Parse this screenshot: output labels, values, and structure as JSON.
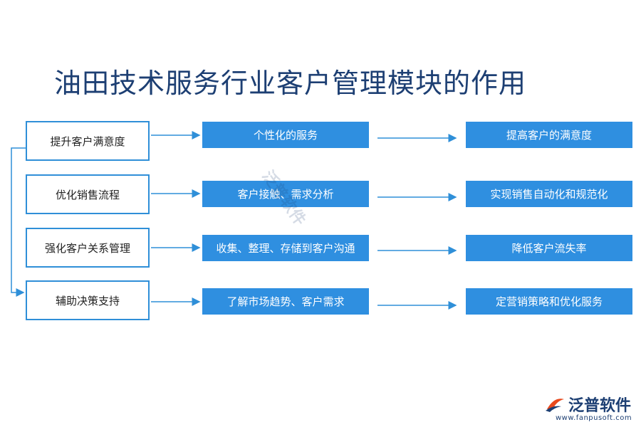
{
  "title": "油田技术服务行业客户管理模块的作用",
  "rows": [
    {
      "left": "提升客户满意度",
      "middle": "个性化的服务",
      "right": "提高客户的满意度"
    },
    {
      "left": "优化销售流程",
      "middle": "客户接触、需求分析",
      "right": "实现销售自动化和规范化"
    },
    {
      "left": "强化客户关系管理",
      "middle": "收集、整理、存储到客户沟通",
      "right": "降低客户流失率"
    },
    {
      "left": "辅助决策支持",
      "middle": "了解市场趋势、客户需求",
      "right": "定营销策略和优化服务"
    }
  ],
  "watermark": "泛普软件",
  "logo": {
    "name": "泛普软件",
    "url": "www.fanpusoft.com"
  },
  "colors": {
    "accent": "#2f8fe0",
    "title": "#1d3f73",
    "border": "#2f8fd8"
  }
}
